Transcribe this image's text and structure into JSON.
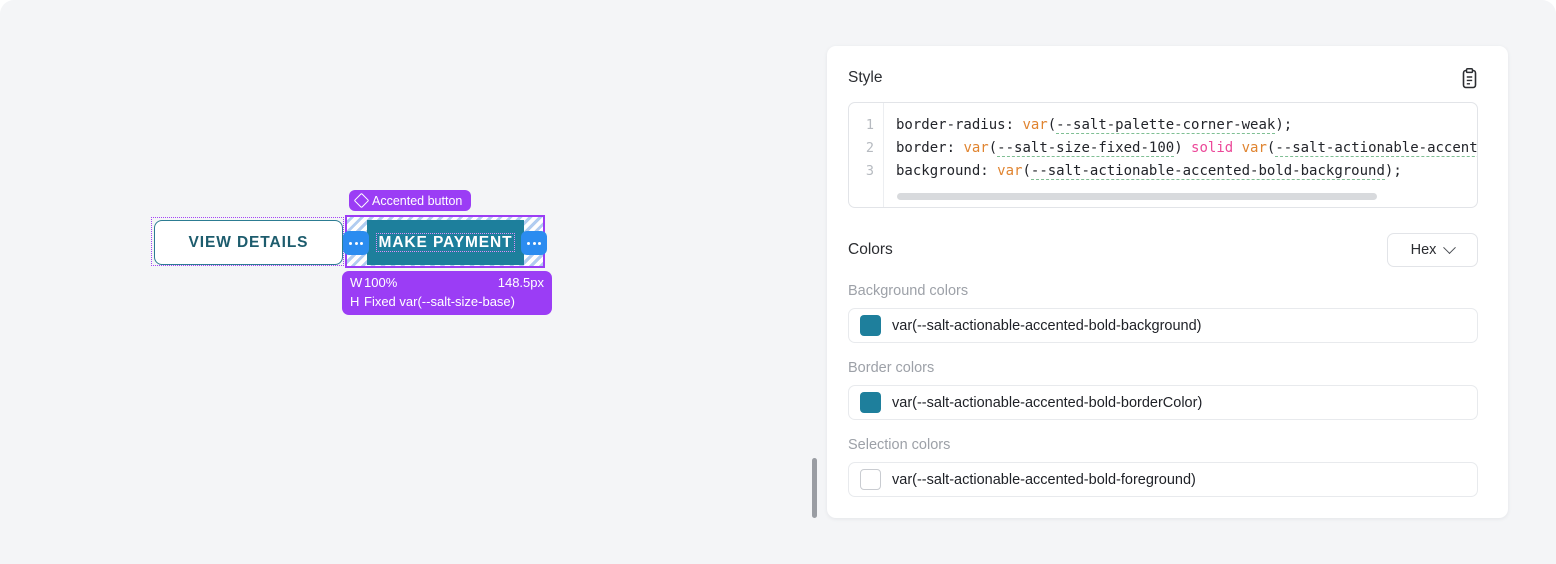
{
  "canvas": {
    "view_details_button": {
      "label": "VIEW DETAILS"
    },
    "selected_component": {
      "badge_label": "Accented button",
      "badge_icon": "diamond-icon",
      "button_label": "MAKE PAYMENT",
      "handle_icon": "ellipsis-handle-icon",
      "size_info": {
        "width_key": "W",
        "width_mode": "100%",
        "width_value": "148.5px",
        "height_key": "H",
        "height_mode": "Fixed",
        "height_value": "var(--salt-size-base)"
      }
    }
  },
  "panel": {
    "style_section": {
      "title": "Style",
      "copy_icon": "clipboard-icon",
      "code": {
        "line_numbers": [
          "1",
          "2",
          "3"
        ],
        "lines": [
          {
            "prop": "border-radius: ",
            "fn": "var",
            "open": "(",
            "name": "--salt-palette-corner-weak",
            "close": ");"
          },
          {
            "prop": "border: ",
            "fn": "var",
            "open": "(",
            "name": "--salt-size-fixed-100",
            "close": ") ",
            "keyword": "solid",
            "fn2": " var",
            "open2": "(",
            "name2": "--salt-actionable-accented"
          },
          {
            "prop": "background: ",
            "fn": "var",
            "open": "(",
            "name": "--salt-actionable-accented-bold-background",
            "close": ");"
          }
        ]
      }
    },
    "colors_section": {
      "title": "Colors",
      "format_select": {
        "value": "Hex",
        "icon": "chevron-down-icon"
      },
      "groups": [
        {
          "label": "Background colors",
          "swatch_color": "#1e7f9c",
          "token": "var(--salt-actionable-accented-bold-background)"
        },
        {
          "label": "Border colors",
          "swatch_color": "#1e7f9c",
          "token": "var(--salt-actionable-accented-bold-borderColor)"
        },
        {
          "label": "Selection colors",
          "swatch_color": "#ffffff",
          "token": "var(--salt-actionable-accented-bold-foreground)"
        }
      ]
    }
  }
}
